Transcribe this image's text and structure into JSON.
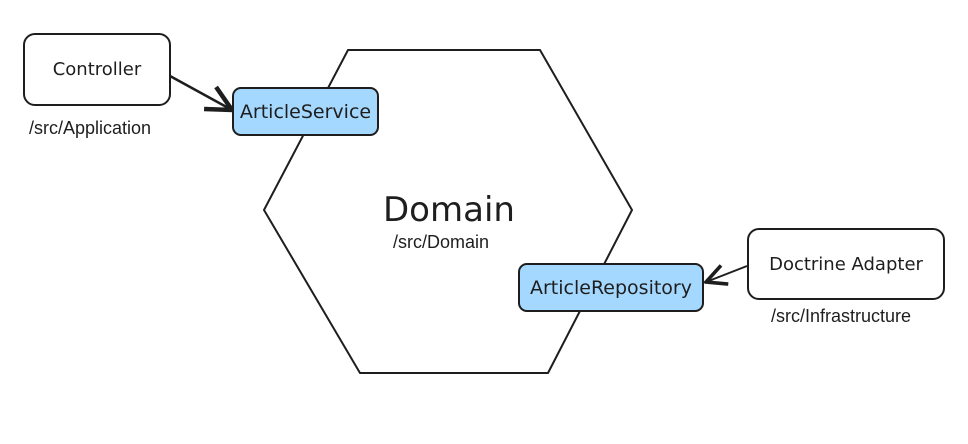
{
  "core": {
    "title": "Domain",
    "path": "/src/Domain"
  },
  "application": {
    "component": "Controller",
    "path": "/src/Application",
    "port": "ArticleService"
  },
  "infrastructure": {
    "component": "Doctrine Adapter",
    "path": "/src/Infrastructure",
    "port": "ArticleRepository"
  },
  "colors": {
    "port_fill": "#a5d8ff",
    "stroke": "#1e1e1e"
  }
}
